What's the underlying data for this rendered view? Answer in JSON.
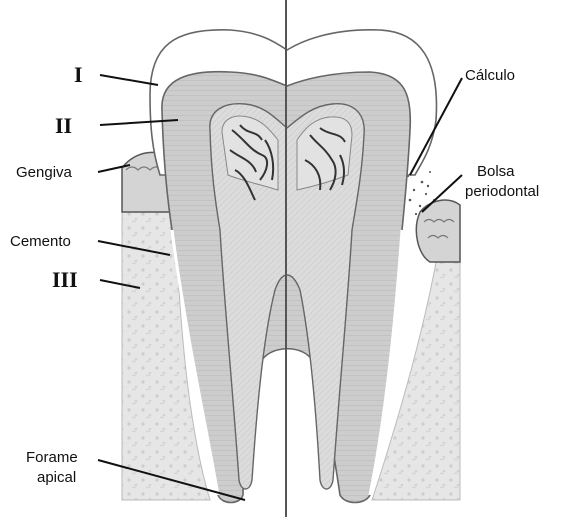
{
  "labels": {
    "roman_1": "I",
    "roman_2": "II",
    "roman_3": "III",
    "gengiva": "Gengiva",
    "cemento": "Cemento",
    "forame_line1": "Forame",
    "forame_line2": "apical",
    "calculo": "Cálculo",
    "bolsa_line1": "Bolsa",
    "bolsa_line2": "periodontal"
  },
  "colors": {
    "background": "#ffffff",
    "enamel": "#ffffff",
    "dentin": "#cfcfcf",
    "dentin_stripe": "#bdbdbd",
    "pulp": "#dedede",
    "bone": "#e4e4e4",
    "gum": "#d6d6d6",
    "outline": "#666666",
    "divider": "#555555",
    "text": "#111111"
  }
}
